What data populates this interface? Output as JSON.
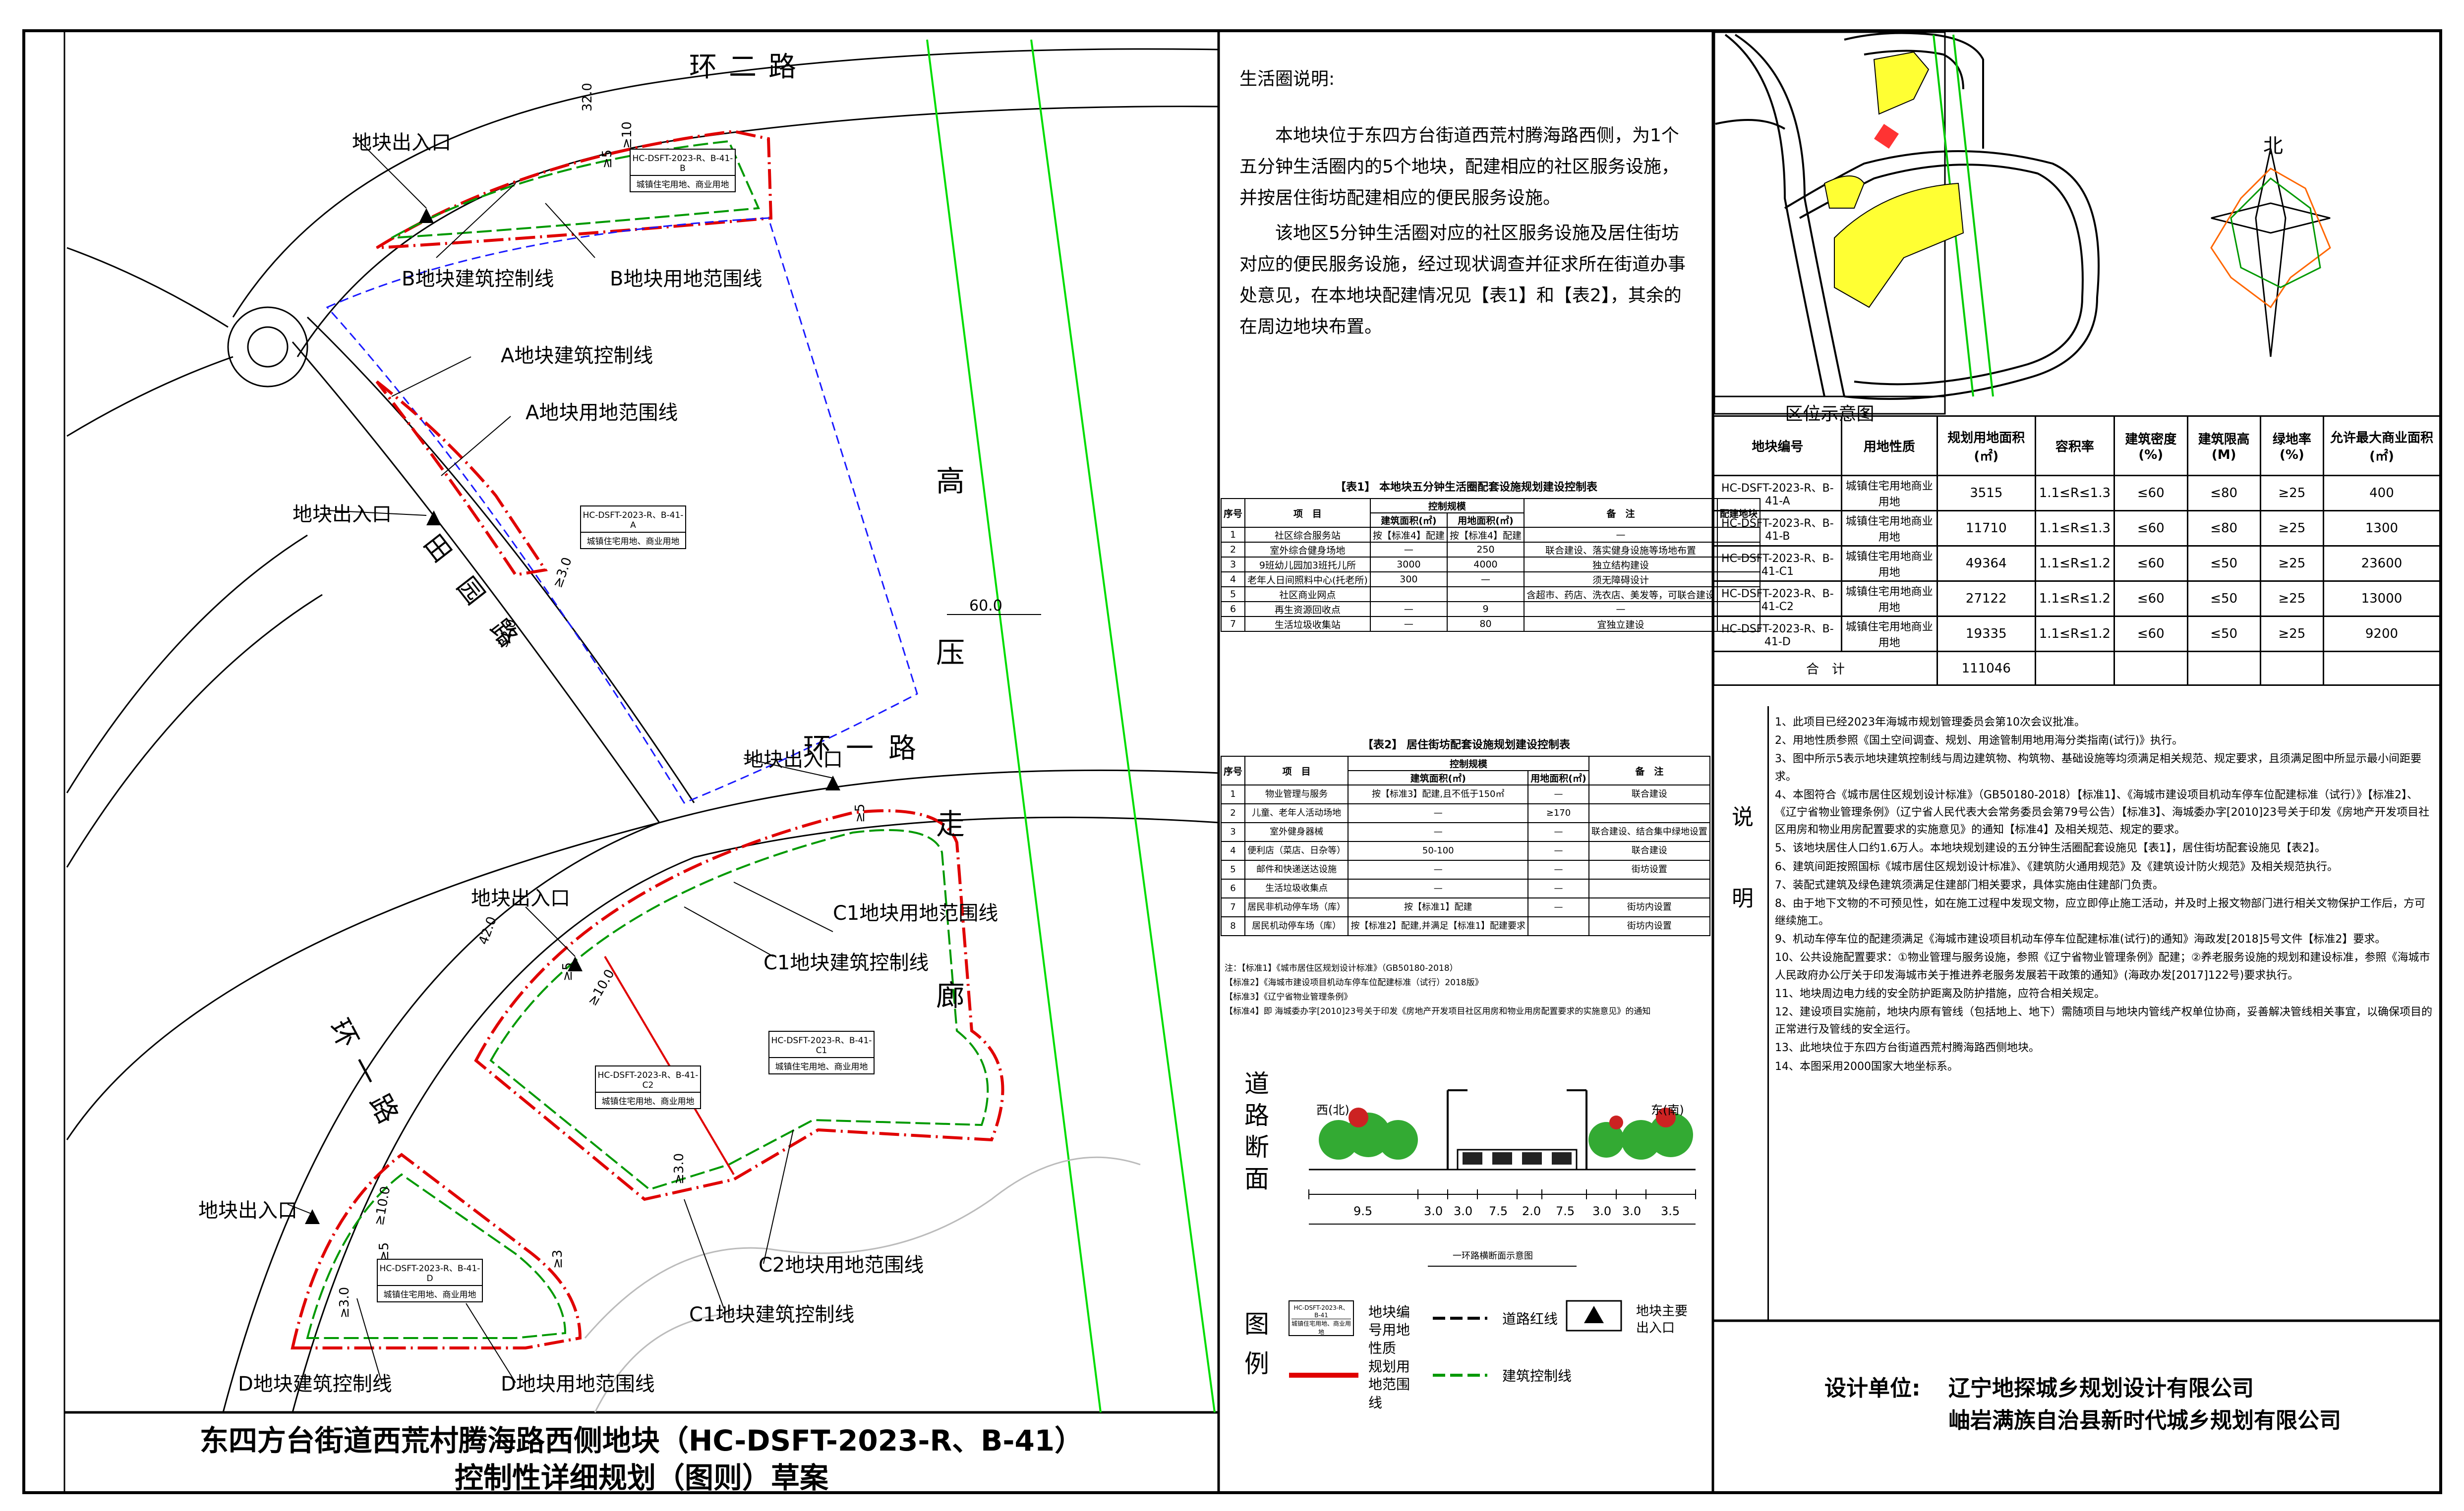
{
  "plan": {
    "roads": {
      "ring2": "环二路",
      "ring1_upper": "环一路",
      "ring1_lower": "环一路",
      "tianjia": "田 园 路",
      "corridor": "高 压 走 廊",
      "corridor_width": "60.0"
    },
    "dims": [
      "32.0",
      "32.0",
      "42.0",
      "≥10",
      "≥10.0",
      "≥10.0",
      "≥5",
      "≥3.0",
      "≥3.0",
      "≥5",
      "≥5",
      "≥5",
      "≥3",
      "≥3.0"
    ],
    "labels": {
      "entrance": "地块出入口",
      "b_build": "B地块建筑控制线",
      "b_range": "B地块用地范围线",
      "a_build": "A地块建筑控制线",
      "a_range": "A地块用地范围线",
      "c1_range": "C1地块用地范围线",
      "c1_build": "C1地块建筑控制线",
      "c2_range": "C2地块用地范围线",
      "c1_build2": "C1地块建筑控制线",
      "d_build": "D地块建筑控制线",
      "d_range": "D地块用地范围线"
    },
    "tags": [
      {
        "code": "HC-DSFT-2023-R、B-41-B",
        "use": "城镇住宅用地、商业用地"
      },
      {
        "code": "HC-DSFT-2023-R、B-41-A",
        "use": "城镇住宅用地、商业用地"
      },
      {
        "code": "HC-DSFT-2023-R、B-41-C1",
        "use": "城镇住宅用地、商业用地"
      },
      {
        "code": "HC-DSFT-2023-R、B-41-C2",
        "use": "城镇住宅用地、商业用地"
      },
      {
        "code": "HC-DSFT-2023-R、B-41-D",
        "use": "城镇住宅用地、商业用地"
      }
    ],
    "title_line1": "东四方台街道西荒村腾海路西侧地块（HC-DSFT-2023-R、B-41）",
    "title_line2": "控制性详细规划（图则）草案"
  },
  "life_circle": {
    "heading": "生活圈说明:",
    "p1": "本地块位于东四方台街道西荒村腾海路西侧，为1个五分钟生活圈内的5个地块，配建相应的社区服务设施，并按居住街坊配建相应的便民服务设施。",
    "p2": "该地区5分钟生活圈对应的社区服务设施及居住街坊对应的便民服务设施，经过现状调查并征求所在街道办事处意见，在本地块配建情况见【表1】和【表2】，其余的在周边地块布置。"
  },
  "table1": {
    "title": "【表1】 本地块五分钟生活圈配套设施规划建设控制表",
    "headers": [
      "序号",
      "项　目",
      "控制规模",
      "建筑面积(㎡)",
      "用地面积(㎡)",
      "备　注",
      "配建地块"
    ],
    "rows": [
      [
        "1",
        "社区综合服务站",
        "按【标准4】配建",
        "按【标准4】配建",
        "—",
        ""
      ],
      [
        "2",
        "室外综合健身场地",
        "—",
        "250",
        "联合建设、落实健身设施等场地布置",
        ""
      ],
      [
        "3",
        "9班幼儿园加3班托儿所",
        "3000",
        "4000",
        "独立结构建设",
        ""
      ],
      [
        "4",
        "老年人日间照料中心(托老所)",
        "300",
        "—",
        "须无障碍设计",
        ""
      ],
      [
        "5",
        "社区商业网点",
        "",
        "",
        "含超市、药店、洗衣店、美发等，可联合建设",
        ""
      ],
      [
        "6",
        "再生资源回收点",
        "—",
        "9",
        "—",
        ""
      ],
      [
        "7",
        "生活垃圾收集站",
        "—",
        "80",
        "宜独立建设",
        ""
      ]
    ]
  },
  "table2": {
    "title": "【表2】 居住街坊配套设施规划建设控制表",
    "headers": [
      "序号",
      "项　目",
      "控制规模",
      "建筑面积(㎡)",
      "用地面积(㎡)",
      "备　注"
    ],
    "rows": [
      [
        "1",
        "物业管理与服务",
        "按【标准3】配建,且不低于150㎡",
        "—",
        "联合建设"
      ],
      [
        "2",
        "儿童、老年人活动场地",
        "—",
        "≥170",
        ""
      ],
      [
        "3",
        "室外健身器械",
        "—",
        "—",
        "联合建设、结合集中绿地设置"
      ],
      [
        "4",
        "便利店（菜店、日杂等）",
        "50-100",
        "—",
        "联合建设"
      ],
      [
        "5",
        "邮件和快递送达设施",
        "—",
        "—",
        "街坊设置"
      ],
      [
        "6",
        "生活垃圾收集点",
        "—",
        "—",
        ""
      ],
      [
        "7",
        "居民非机动停车场（库）",
        "按【标准1】配建",
        "—",
        "街坊内设置"
      ],
      [
        "8",
        "居民机动停车场（库）",
        "按【标准2】配建,并满足【标准1】配建要求",
        "",
        "街坊内设置"
      ]
    ],
    "notes": [
      "注：【标准1】《城市居住区规划设计标准》（GB50180-2018）",
      "【标准2】《海城市建设项目机动车停车位配建标准（试行）2018版》",
      "【标准3】《辽宁省物业管理条例》",
      "【标准4】即 海城委办字[2010]23号关于印发《房地产开发项目社区用房和物业用房配置要求的实施意见》的通知"
    ]
  },
  "section": {
    "label": "道路断面",
    "west": "西(北)",
    "east": "东(南)",
    "widths": [
      "9.5",
      "3.0",
      "3.0",
      "7.5",
      "2.0",
      "7.5",
      "3.0",
      "3.0",
      "3.5"
    ],
    "caption": "一环路横断面示意图"
  },
  "legend": {
    "label": "图例",
    "items": [
      {
        "name": "地块编号用地性质",
        "key": "tag"
      },
      {
        "name": "道路红线",
        "key": "road-red-line"
      },
      {
        "name": "地块主要出入口",
        "key": "entrance"
      },
      {
        "name": "规划用地范围线",
        "key": "land-range"
      },
      {
        "name": "建筑控制线",
        "key": "build-line"
      }
    ],
    "tag_sample1": "HC-DSFT-2023-R、B-41",
    "tag_sample2": "城镇住宅用地、商业用地"
  },
  "location": {
    "caption": "区位示意图",
    "north": "北"
  },
  "indicators": {
    "headers": [
      "地块编号",
      "用地性质",
      "规划用地面积(㎡)",
      "容积率",
      "建筑密度(%)",
      "建筑限高(M)",
      "绿地率(%)",
      "允许最大商业面积(㎡)"
    ],
    "rows": [
      [
        "HC-DSFT-2023-R、B-41-A",
        "城镇住宅用地商业用地",
        "3515",
        "1.1≤R≤1.3",
        "≤60",
        "≤80",
        "≥25",
        "400"
      ],
      [
        "HC-DSFT-2023-R、B-41-B",
        "城镇住宅用地商业用地",
        "11710",
        "1.1≤R≤1.3",
        "≤60",
        "≤80",
        "≥25",
        "1300"
      ],
      [
        "HC-DSFT-2023-R、B-41-C1",
        "城镇住宅用地商业用地",
        "49364",
        "1.1≤R≤1.2",
        "≤60",
        "≤50",
        "≥25",
        "23600"
      ],
      [
        "HC-DSFT-2023-R、B-41-C2",
        "城镇住宅用地商业用地",
        "27122",
        "1.1≤R≤1.2",
        "≤60",
        "≤50",
        "≥25",
        "13000"
      ],
      [
        "HC-DSFT-2023-R、B-41-D",
        "城镇住宅用地商业用地",
        "19335",
        "1.1≤R≤1.2",
        "≤60",
        "≤50",
        "≥25",
        "9200"
      ]
    ],
    "total_label": "合　计",
    "total_value": "111046"
  },
  "notes": {
    "label": "说明",
    "items": [
      "1、此项目已经2023年海城市规划管理委员会第10次会议批准。",
      "2、用地性质参照《国土空间调查、规划、用途管制用地用海分类指南(试行)》执行。",
      "3、图中所示5表示地块建筑控制线与周边建筑物、构筑物、基础设施等均须满足相关规范、规定要求，且须满足图中所显示最小间距要求。",
      "4、本图符合《城市居住区规划设计标准》（GB50180-2018）【标准1】、《海城市建设项目机动车停车位配建标准（试行）》【标准2】、《辽宁省物业管理条例》（辽宁省人民代表大会常务委员会第79号公告）【标准3】、海城委办字[2010]23号关于印发《房地产开发项目社区用房和物业用房配置要求的实施意见》的通知【标准4】及相关规范、规定的要求。",
      "5、该地块居住人口约1.6万人。本地块规划建设的五分钟生活圈配套设施见【表1】，居住街坊配套设施见【表2】。",
      "6、建筑间距按照国标《城市居住区规划设计标准》、《建筑防火通用规范》及《建筑设计防火规范》及相关规范执行。",
      "7、装配式建筑及绿色建筑须满足住建部门相关要求，具体实施由住建部门负责。",
      "8、由于地下文物的不可预见性，如在施工过程中发现文物，应立即停止施工活动，并及时上报文物部门进行相关文物保护工作后，方可继续施工。",
      "9、机动车停车位的配建须满足《海城市建设项目机动车停车位配建标准(试行)的通知》海政发[2018]5号文件【标准2】要求。",
      "10、公共设施配置要求：①物业管理与服务设施，参照《辽宁省物业管理条例》配建；②养老服务设施的规划和建设标准，参照《海城市人民政府办公厅关于印发海城市关于推进养老服务发展若干政策的通知》(海政办发[2017]122号)要求执行。",
      "11、地块周边电力线的安全防护距离及防护措施，应符合相关规定。",
      "12、建设项目实施前，地块内原有管线（包括地上、地下）需随项目与地块内管线产权单位协商，妥善解决管线相关事宜，以确保项目的正常进行及管线的安全运行。",
      "13、此地块位于东四方台街道西荒村腾海路西侧地块。",
      "14、本图采用2000国家大地坐标系。"
    ]
  },
  "design": {
    "label": "设计单位:",
    "org1": "辽宁地探城乡规划设计有限公司",
    "org2": "岫岩满族自治县新时代城乡规划有限公司"
  },
  "colors": {
    "red_line": "#e00000",
    "green_line": "#009900",
    "blue_line": "#1a1aff",
    "corridor": "#00dd00",
    "yellow": "#ffff33"
  }
}
